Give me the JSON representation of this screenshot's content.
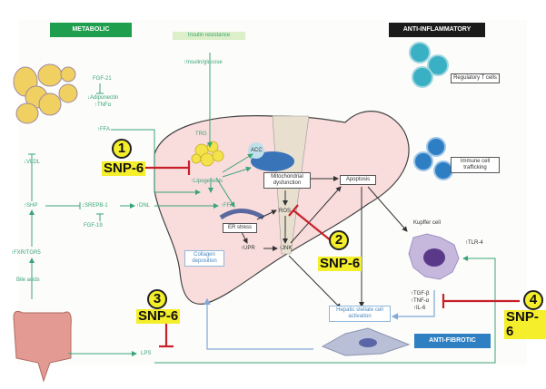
{
  "headers": {
    "metabolic": "METABOLIC",
    "anti_inflammatory": "ANTI-INFLAMMATORY",
    "anti_fibrotic": "ANTI-FIBROTIC"
  },
  "colors": {
    "metabolic": "#1f9e4d",
    "anti_inflammatory": "#1a1a1a",
    "anti_fibrotic": "#2f80c2",
    "snp_highlight": "#f5ee2a",
    "inhibit_red": "#c8202a",
    "pathway_green": "#3aa57a",
    "liver_fill": "#f9dcdc"
  },
  "insulin": {
    "resistance": "Insulin resistance",
    "glucose": "↑Insulin/glucose"
  },
  "metabolic_labels": {
    "fgf21": "FGF-21",
    "adiponectin": "↓Adiponectin",
    "tnfa": "↑TNFα",
    "ffa": "↑FFA",
    "vldl": "↓VLDL",
    "shp": "↑SHP",
    "srebp": "↓SREPB-1",
    "fgf19": "FGF-19",
    "dnl": "↑DNL",
    "fxr": "↑FXR/TGR5",
    "bile": "Bile acids",
    "lps": "LPS"
  },
  "liver_labels": {
    "trg": "TRG",
    "acc": "ACC",
    "lipogenesis": "↑Lipogenesis",
    "ffa": "↑FFA",
    "mito": "Mitochondrial dysfunction",
    "apoptosis": "Apoptosis",
    "er_stress": "ER stress",
    "ros": "ROS",
    "upr": "↑UPR",
    "jnk": "↑JNK",
    "collagen": "Collagen deposition"
  },
  "immune_labels": {
    "treg": "Regulatory T cells",
    "trafficking": "Immune cell trafficking",
    "kupffer": "Kupffer cell",
    "tlr4": "↑TLR-4",
    "tgfb": "↑TGF-β",
    "tnfa": "↑TNF-α",
    "il6": "↑IL-6",
    "hsc": "Hepatic stellate cell activation"
  },
  "snp_markers": [
    {
      "number": "1",
      "label": "SNP-6"
    },
    {
      "number": "2",
      "label": "SNP-6"
    },
    {
      "number": "3",
      "label": "SNP-6"
    },
    {
      "number": "4",
      "label": "SNP-6"
    }
  ]
}
